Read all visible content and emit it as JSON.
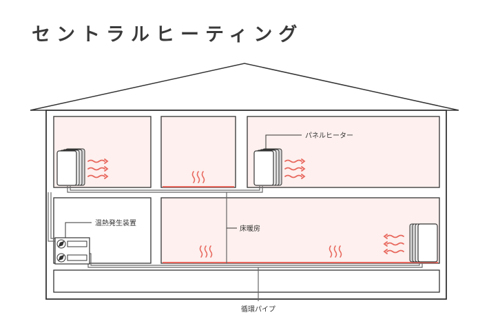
{
  "title": "セントラルヒーティング",
  "labels": {
    "panel_heater": "パネルヒーター",
    "heat_source": "温熱発生装置",
    "floor_heating": "床暖房",
    "circulation_pipe": "循環パイプ"
  },
  "colors": {
    "room_fill": "#fdf0ee",
    "heat_accent": "#e8675d",
    "outline": "#333333",
    "pipe": "#666666"
  }
}
